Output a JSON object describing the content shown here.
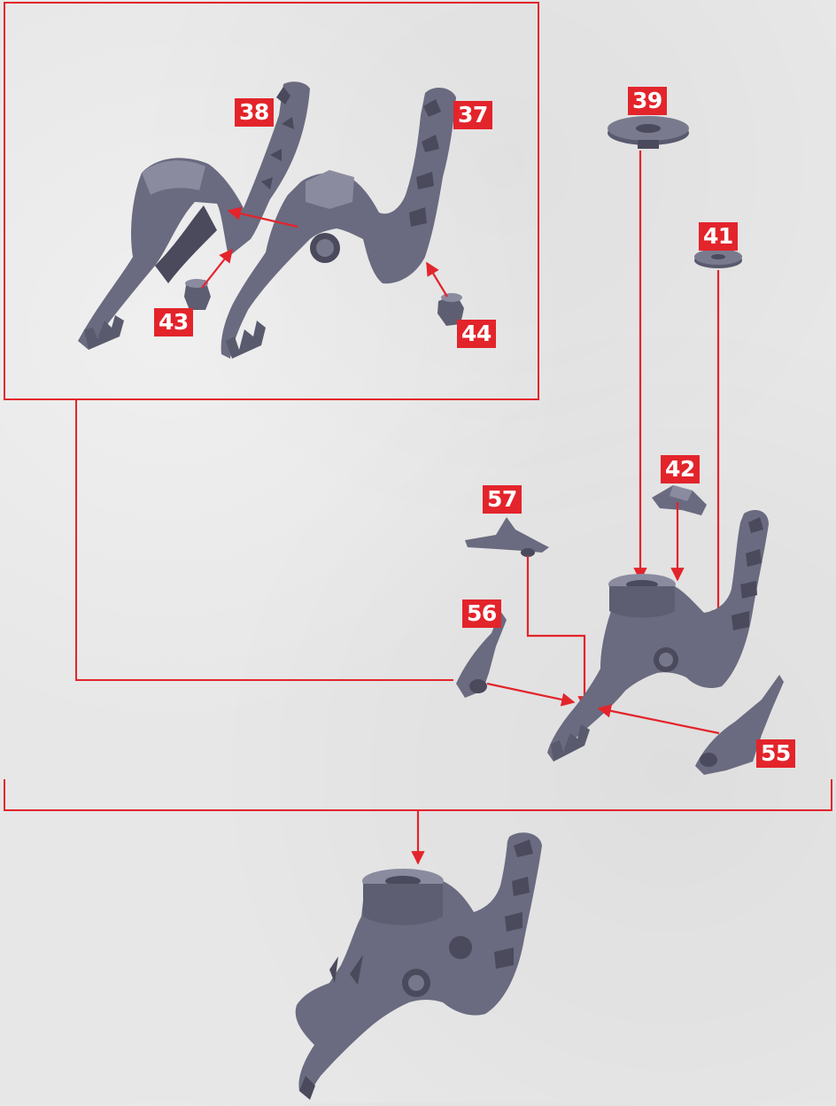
{
  "diagram": {
    "colors": {
      "accent": "#e3242b",
      "part": "#6a6a80",
      "part_dark": "#4a4a5c",
      "part_light": "#8b8ba0",
      "background": "#e7e7e7"
    },
    "part_labels": {
      "p37": "37",
      "p38": "38",
      "p39": "39",
      "p41": "41",
      "p42": "42",
      "p43": "43",
      "p44": "44",
      "p55": "55",
      "p56": "56",
      "p57": "57"
    }
  }
}
